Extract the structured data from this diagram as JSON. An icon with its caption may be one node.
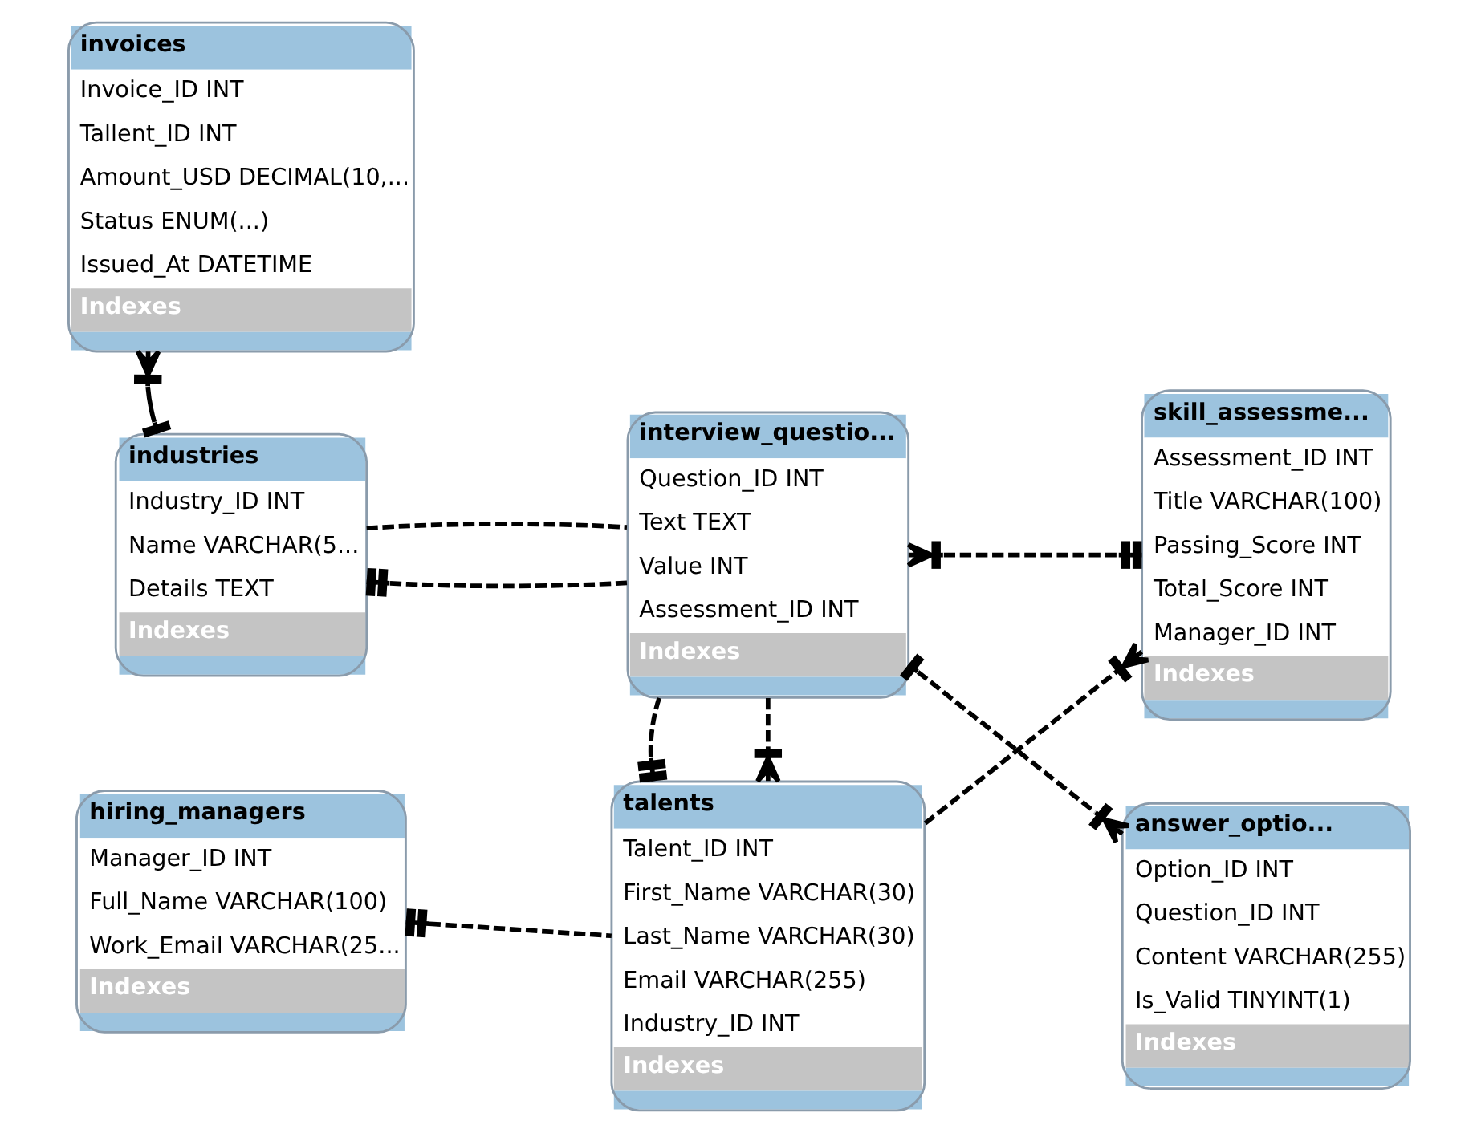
{
  "diagram": {
    "nodes": [
      {
        "text": [
          "invoices",
          "Invoice_ID INT",
          "Tallent_ID INT",
          "Amount_USD DECIMAL(10,...",
          "Status ENUM(...)",
          "Issued_At DATETIME",
          "Indexes"
        ]
      },
      {
        "text": [
          "industries",
          "Industry_ID INT",
          "Name VARCHAR(5...",
          "Details TEXT",
          "Indexes"
        ]
      },
      {
        "text": [
          "interview_questio...",
          "Question_ID INT",
          "Text TEXT",
          "Value INT",
          "Assessment_ID INT",
          "Indexes"
        ]
      },
      {
        "text": [
          "skill_assessme...",
          "Assessment_ID INT",
          "Title VARCHAR(100)",
          "Passing_Score INT",
          "Total_Score INT",
          "Manager_ID INT",
          "Indexes"
        ]
      },
      {
        "text": [
          "hiring_managers",
          "Manager_ID INT",
          "Full_Name VARCHAR(100)",
          "Work_Email VARCHAR(25...",
          "Indexes"
        ]
      },
      {
        "text": [
          "talents",
          "Talent_ID INT",
          "First_Name VARCHAR(30)",
          "Last_Name VARCHAR(30)",
          "Email VARCHAR(255)",
          "Industry_ID INT",
          "Indexes"
        ]
      },
      {
        "text": [
          "answer_optio...",
          "Option_ID INT",
          "Question_ID INT",
          "Content VARCHAR(255)",
          "Is_Valid TINYINT(1)",
          "Indexes"
        ]
      }
    ],
    "edges": [
      {
        "from": 0,
        "to": 1,
        "arrow": "other"
      },
      {
        "from": 1,
        "to": 2,
        "arrow": "other",
        "style": "dashed"
      },
      {
        "from": 1,
        "to": 2,
        "arrow": "none",
        "style": "dashed"
      },
      {
        "from": 2,
        "to": 3,
        "arrow": "other",
        "style": "dashed"
      },
      {
        "from": 2,
        "to": 6,
        "arrow": "other",
        "style": "dashed"
      },
      {
        "from": 5,
        "to": 3,
        "arrow": "other",
        "style": "dashed"
      },
      {
        "from": 2,
        "to": 5,
        "arrow": "other",
        "style": "dashed"
      },
      {
        "from": 2,
        "to": 5,
        "arrow": "other",
        "style": "dashed"
      },
      {
        "from": 4,
        "to": 5,
        "arrow": "other",
        "style": "dashed"
      }
    ]
  }
}
